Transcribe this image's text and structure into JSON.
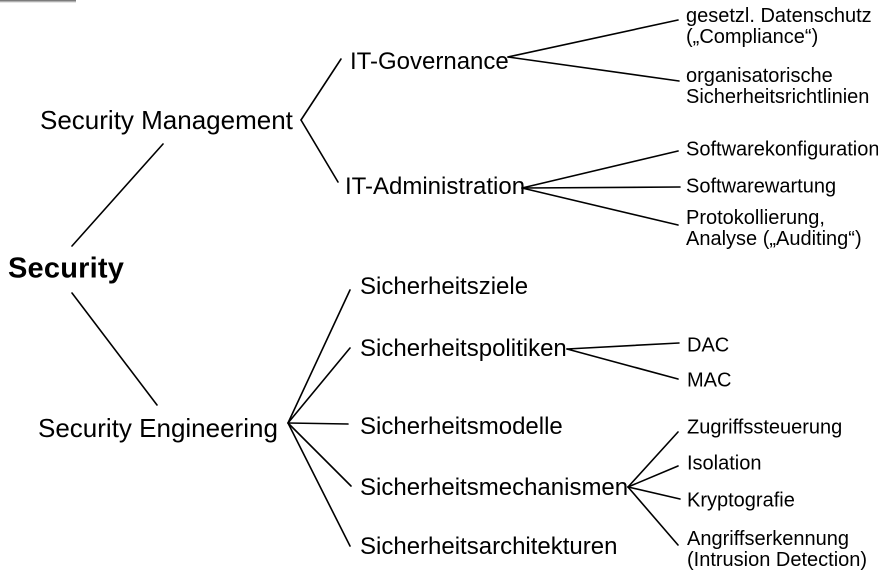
{
  "diagram": {
    "line_color": "#000000",
    "root": {
      "label": "Security"
    },
    "children": [
      {
        "label": "Security Management",
        "children": [
          {
            "label": "IT-Governance",
            "children": [
              {
                "label": "gesetzl. Datenschutz\n(„Compliance“)"
              },
              {
                "label": "organisatorische\nSicherheitsrichtlinien"
              }
            ]
          },
          {
            "label": "IT-Administration",
            "children": [
              {
                "label": "Softwarekonfiguration"
              },
              {
                "label": "Softwarewartung"
              },
              {
                "label": "Protokollierung,\nAnalyse („Auditing“)"
              }
            ]
          }
        ]
      },
      {
        "label": "Security Engineering",
        "children": [
          {
            "label": "Sicherheitsziele",
            "children": []
          },
          {
            "label": "Sicherheitspolitiken",
            "children": [
              {
                "label": "DAC"
              },
              {
                "label": "MAC"
              }
            ]
          },
          {
            "label": "Sicherheitsmodelle",
            "children": []
          },
          {
            "label": "Sicherheitsmechanismen",
            "children": [
              {
                "label": "Zugriffssteuerung"
              },
              {
                "label": "Isolation"
              },
              {
                "label": "Kryptografie"
              },
              {
                "label": "Angriffserkennung\n(Intrusion Detection)"
              }
            ]
          },
          {
            "label": "Sicherheitsarchitekturen",
            "children": []
          }
        ]
      }
    ],
    "edges": [
      [
        72,
        246,
        163,
        144
      ],
      [
        72,
        293,
        157,
        405
      ],
      [
        301,
        120,
        341,
        59
      ],
      [
        301,
        120,
        338,
        182
      ],
      [
        508,
        57,
        678,
        20
      ],
      [
        508,
        57,
        679,
        81
      ],
      [
        522,
        188,
        678,
        151
      ],
      [
        522,
        188,
        680,
        187
      ],
      [
        522,
        188,
        678,
        225
      ],
      [
        288,
        423,
        350,
        290
      ],
      [
        288,
        423,
        350,
        348
      ],
      [
        288,
        423,
        348,
        424
      ],
      [
        288,
        423,
        351,
        486
      ],
      [
        288,
        423,
        350,
        546
      ],
      [
        567,
        349,
        679,
        343
      ],
      [
        567,
        349,
        678,
        379
      ],
      [
        628,
        487,
        678,
        432
      ],
      [
        628,
        487,
        678,
        466
      ],
      [
        628,
        487,
        680,
        499
      ],
      [
        628,
        487,
        678,
        545
      ]
    ]
  }
}
